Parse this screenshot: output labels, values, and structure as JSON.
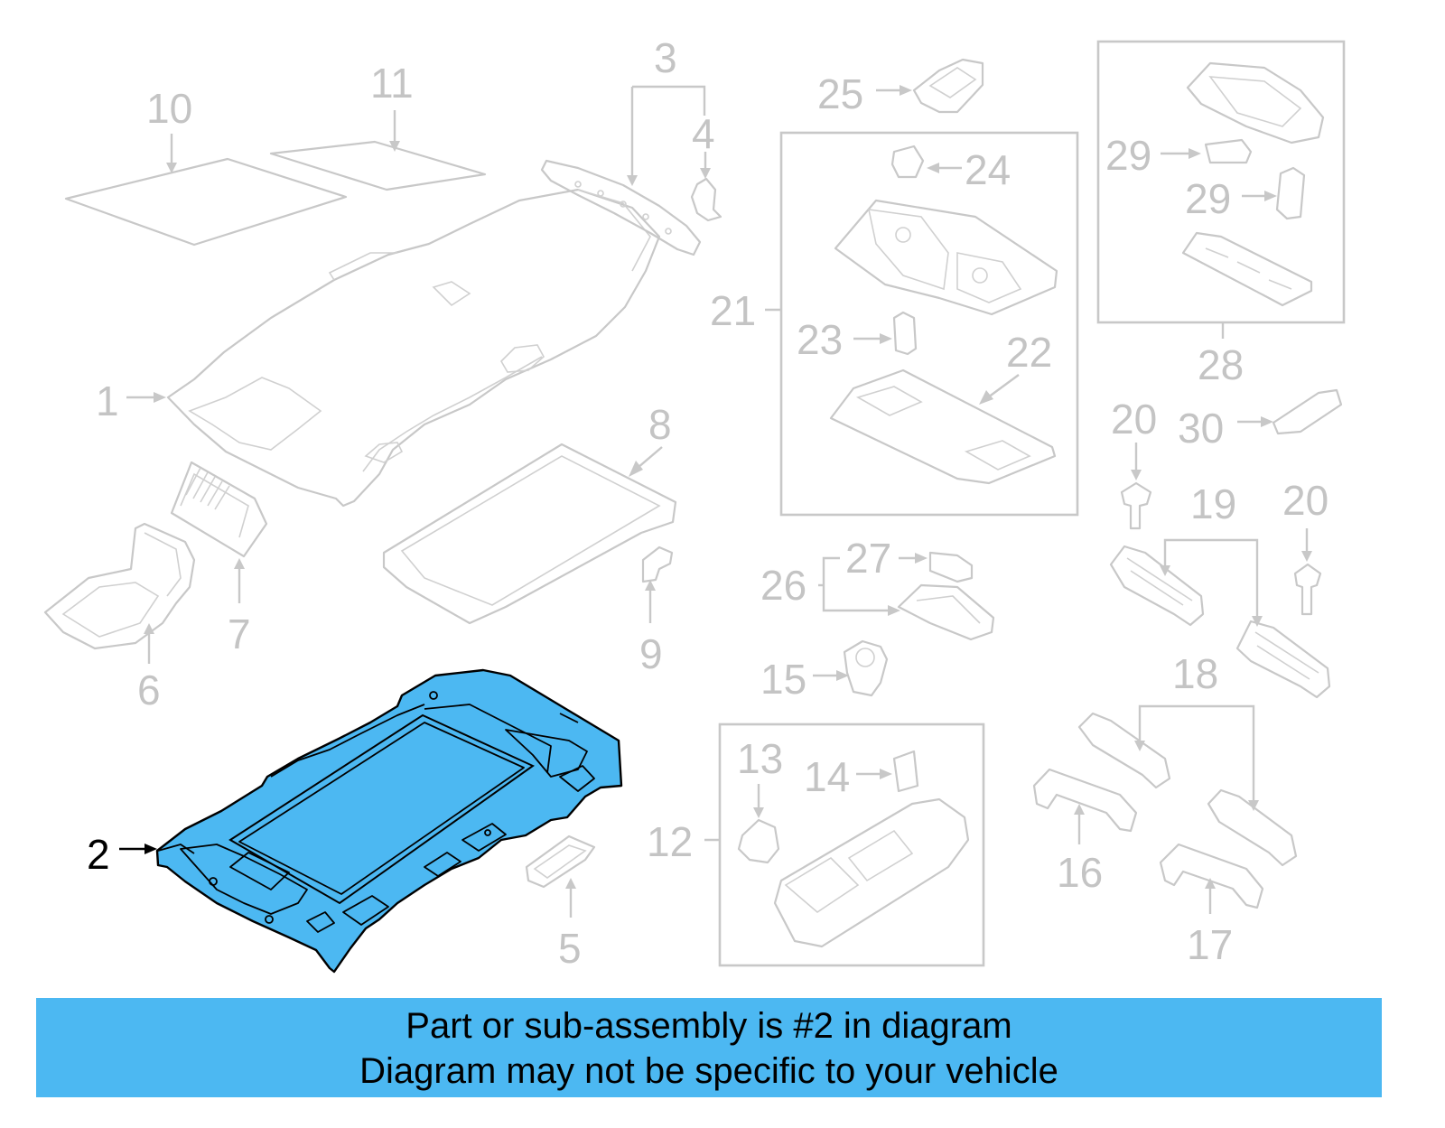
{
  "colors": {
    "highlight": "#4cb8f2",
    "part_outline": "#c8c8c8",
    "highlight_outline": "#000000",
    "banner_background": "#4cb8f2"
  },
  "callouts": {
    "c1": "1",
    "c2": "2",
    "c3": "3",
    "c4": "4",
    "c5": "5",
    "c6": "6",
    "c7": "7",
    "c8": "8",
    "c9": "9",
    "c10": "10",
    "c11": "11",
    "c12": "12",
    "c13": "13",
    "c14": "14",
    "c15": "15",
    "c16": "16",
    "c17": "17",
    "c18": "18",
    "c19": "19",
    "c20a": "20",
    "c20b": "20",
    "c21": "21",
    "c22": "22",
    "c23": "23",
    "c24": "24",
    "c25": "25",
    "c26": "26",
    "c27": "27",
    "c28": "28",
    "c29a": "29",
    "c29b": "29",
    "c30": "30"
  },
  "highlighted_part": "2",
  "banner": {
    "line1": "Part or sub-assembly is #2 in diagram",
    "line2": "Diagram may not be specific to your vehicle"
  }
}
